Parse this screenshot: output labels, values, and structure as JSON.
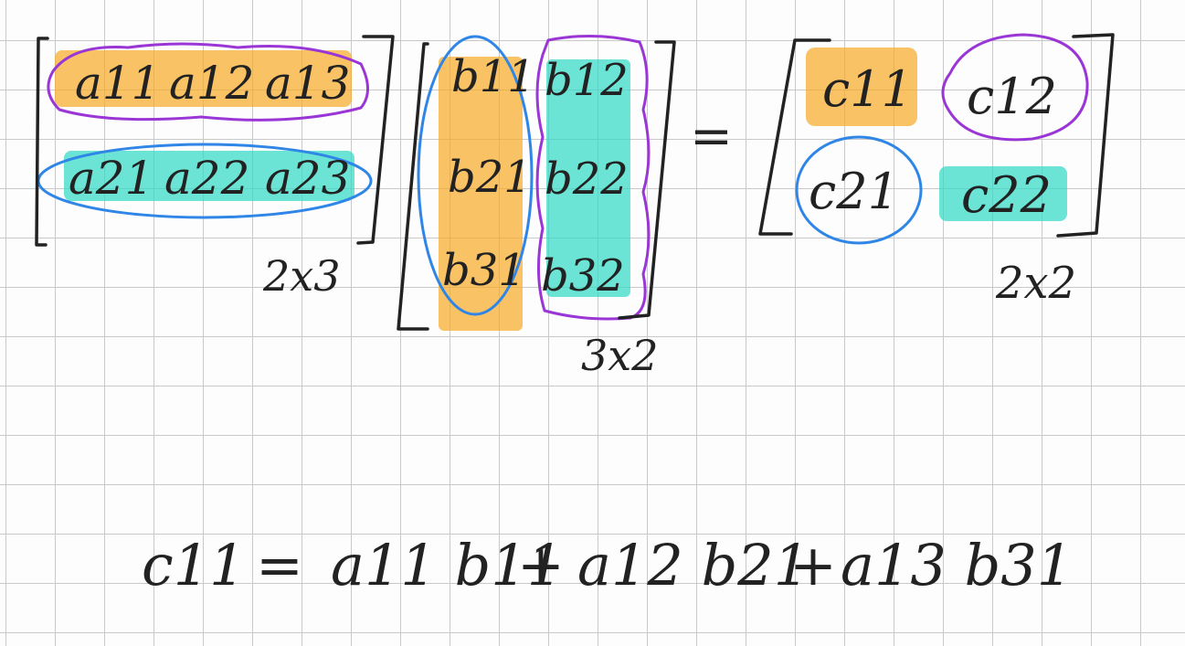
{
  "matrix_a": {
    "row1": [
      "a11",
      "a12",
      "a13"
    ],
    "row2": [
      "a21",
      "a22",
      "a23"
    ],
    "size": "2x3"
  },
  "matrix_b": {
    "col1": [
      "b11",
      "b21",
      "b31"
    ],
    "col2": [
      "b12",
      "b22",
      "b32"
    ],
    "size": "3x2"
  },
  "equals": "=",
  "matrix_c": {
    "c11": "c11",
    "c12": "c12",
    "c21": "c21",
    "c22": "c22",
    "size": "2x2"
  },
  "formula": {
    "lhs": "c11",
    "eq": "=",
    "terms": [
      "a11 b11",
      "a12 b21",
      "a13 b31"
    ],
    "plus": "+"
  },
  "colors": {
    "orange_highlight": "#f7a823",
    "teal_highlight": "#33d9c5",
    "purple_outline": "#9a36d6",
    "blue_outline": "#2f86e6",
    "ink": "#222222"
  }
}
